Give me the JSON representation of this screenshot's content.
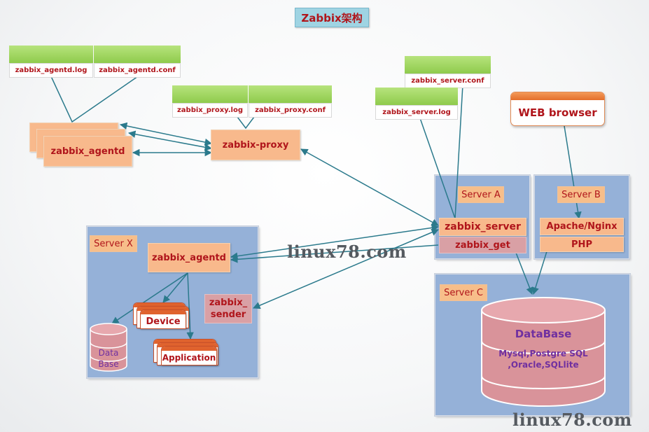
{
  "title": "Zabbix架构",
  "files": {
    "agentd_log": "zabbix_agentd.log",
    "agentd_conf": "zabbix_agentd.conf",
    "proxy_log": "zabbix_proxy.log",
    "proxy_conf": "zabbix_proxy.conf",
    "server_conf": "zabbix_server.conf",
    "server_log": "zabbix_server.log"
  },
  "web_browser": "WEB browser",
  "agentd": "zabbix_agentd",
  "proxy": "zabbix-proxy",
  "server_a": {
    "label": "Server A",
    "server": "zabbix_server",
    "get": "zabbix_get"
  },
  "server_b": {
    "label": "Server B",
    "web": "Apache/Nginx",
    "php": "PHP"
  },
  "server_c": {
    "label": "Server C",
    "db_title": "DataBase",
    "db_line1": "Mysql,Postgre SQL",
    "db_line2": ",Oracle,SQLlite"
  },
  "server_x": {
    "label": "Server X",
    "agentd": "zabbix_agentd",
    "sender_line1": "zabbix_",
    "sender_line2": "sender",
    "device": "Device",
    "application": "Application",
    "db_line1": "Data",
    "db_line2": "Base"
  },
  "watermark": "linux78.com",
  "colors": {
    "panel": "#95b1d8",
    "orange": "#f8b98c",
    "pink": "#d9a0a5",
    "label_text": "#b0151b",
    "arrow": "#2b7a8c",
    "file_header": "#8fcb4c"
  }
}
